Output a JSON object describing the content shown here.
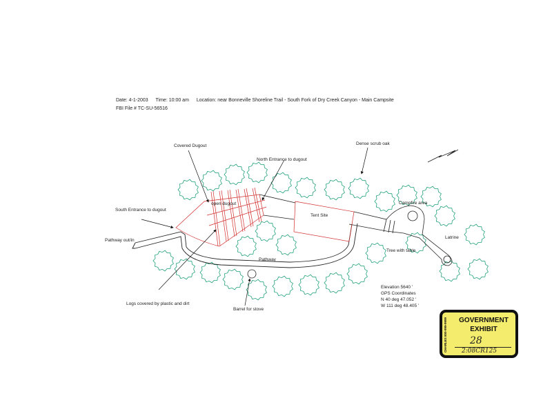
{
  "header": {
    "date": "Date: 4-1-2003",
    "time": "Time: 10:00 am",
    "location": "Location: near Bonneville Shoreline Trail - South Fork of Dry Creek Canyon - Main Campsite",
    "file": "FBI File # TC-SU-56516"
  },
  "labels": {
    "covered_dugout": "Covered Dugout",
    "north_entrance": "North Entrance to dugout",
    "dense_scrub": "Dense scrub oak",
    "south_entrance": "South Entrance to dugout",
    "open_dugout": "open dugout",
    "tent_site": "Tent Site",
    "campfire": "Campfire area",
    "pathway_out": "Pathway out/in",
    "pathway": "Pathway",
    "tree_table": "Tree with table",
    "latrine": "Latrine",
    "logs": "Logs covered by plastic and dirt",
    "barrel": "Barrel for stove"
  },
  "coords": {
    "elevation": "Elevation 5640 '",
    "gps": "GPS Coordinates",
    "north": "N 40 deg 47.052 '",
    "west": "W 111 deg 48.405 '"
  },
  "exhibit": {
    "line1": "GOVERNMENT",
    "line2": "EXHIBIT",
    "number": "28",
    "case": "2:08CR125",
    "side_text": "CHARLES 800-999-9999"
  },
  "colors": {
    "tree": "#1fa07a",
    "dugout": "#d22a2a",
    "ink": "#222222",
    "sticker": "#f4ec6c"
  }
}
